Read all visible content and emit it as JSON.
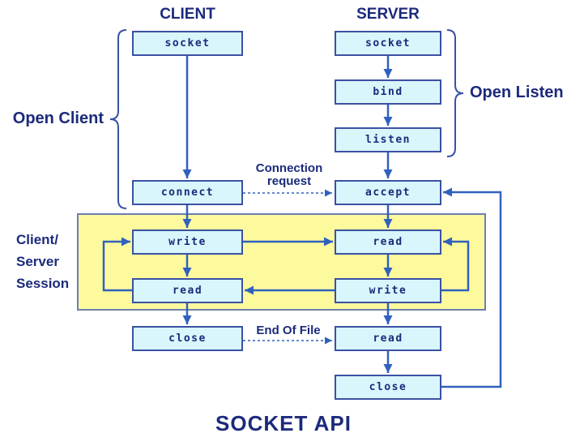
{
  "title": "SOCKET API",
  "colors": {
    "navy": "#1c2a7c",
    "box-fill": "#d8f6fb",
    "box-border": "#3b51a3",
    "arrow": "#3061bd",
    "session-fill": "#fdfa9e",
    "session-border": "#6d7fb0"
  },
  "client": {
    "header": "CLIENT",
    "nodes": {
      "socket": "socket",
      "connect": "connect",
      "write": "write",
      "read": "read",
      "close": "close"
    }
  },
  "server": {
    "header": "SERVER",
    "nodes": {
      "socket": "socket",
      "bind": "bind",
      "listen": "listen",
      "accept": "accept",
      "read1": "read",
      "write": "write",
      "read2": "read",
      "close": "close"
    }
  },
  "annotations": {
    "open_client": "Open Client",
    "open_listen": "Open Listen",
    "session": [
      "Client/",
      "Server",
      "Session"
    ],
    "connection_request": [
      "Connection",
      "request"
    ],
    "end_of_file": "End Of File"
  }
}
